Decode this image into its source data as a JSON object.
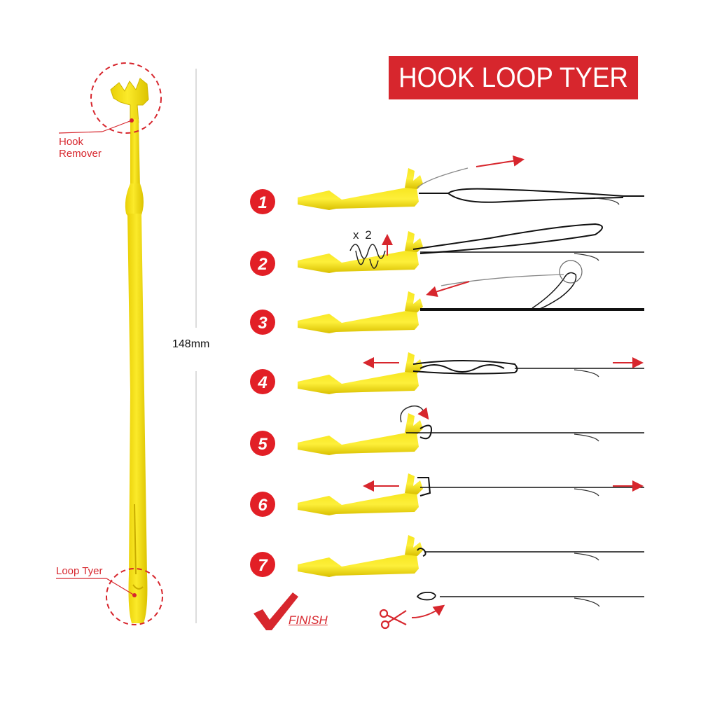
{
  "title": "HOOK LOOP TYER",
  "labels": {
    "hook_remover": "Hook Remover",
    "loop_tyer": "Loop Tyer",
    "length": "148mm",
    "repeat": "x 2",
    "finish": "FINISH"
  },
  "steps": [
    "1",
    "2",
    "3",
    "4",
    "5",
    "6",
    "7"
  ],
  "colors": {
    "tool_yellow": "#f3df12",
    "accent_red": "#d7262d",
    "line_dark": "#222222"
  },
  "icons": [
    "check-mark-icon",
    "scissors-icon",
    "direction-arrow-icon"
  ]
}
